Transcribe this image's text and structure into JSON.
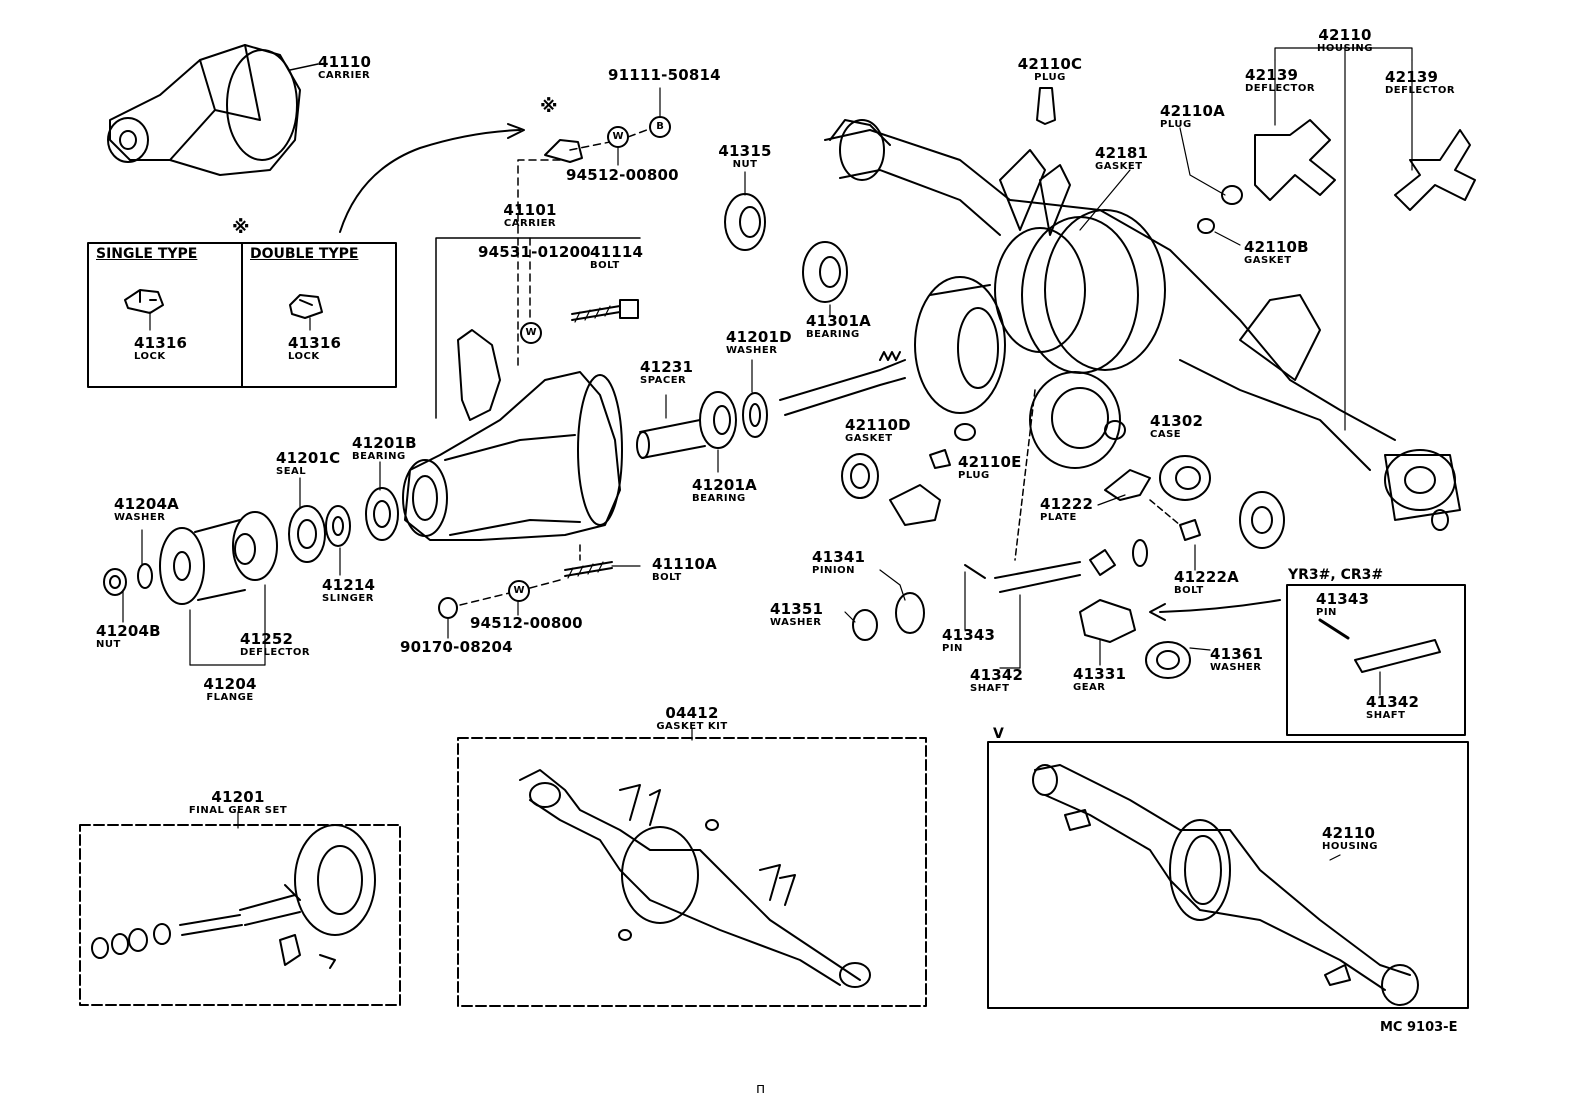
{
  "parts": {
    "p41110": {
      "no": "41110",
      "name": "CARRIER"
    },
    "p91111": {
      "no": "91111-50814"
    },
    "p94512a": {
      "no": "94512-00800"
    },
    "p41101": {
      "no": "41101",
      "name": "CARRIER"
    },
    "p94531": {
      "no": "94531-01200"
    },
    "p41114": {
      "no": "41114",
      "name": "BOLT"
    },
    "p41315": {
      "no": "41315",
      "name": "NUT"
    },
    "p41301A": {
      "no": "41301A",
      "name": "BEARING"
    },
    "p41201D": {
      "no": "41201D",
      "name": "WASHER"
    },
    "p41231": {
      "no": "41231",
      "name": "SPACER"
    },
    "p41201A": {
      "no": "41201A",
      "name": "BEARING"
    },
    "p41201B": {
      "no": "41201B",
      "name": "BEARING"
    },
    "p41201C": {
      "no": "41201C",
      "name": "SEAL"
    },
    "p41204A": {
      "no": "41204A",
      "name": "WASHER"
    },
    "p41214": {
      "no": "41214",
      "name": "SLINGER"
    },
    "p41204B": {
      "no": "41204B",
      "name": "NUT"
    },
    "p41252": {
      "no": "41252",
      "name": "DEFLECTOR"
    },
    "p41204": {
      "no": "41204",
      "name": "FLANGE"
    },
    "p41110A": {
      "no": "41110A",
      "name": "BOLT"
    },
    "p94512b": {
      "no": "94512-00800"
    },
    "p90170": {
      "no": "90170-08204"
    },
    "p42110C": {
      "no": "42110C",
      "name": "PLUG"
    },
    "p42181": {
      "no": "42181",
      "name": "GASKET"
    },
    "p42110": {
      "no": "42110",
      "name": "HOUSING"
    },
    "p42139a": {
      "no": "42139",
      "name": "DEFLECTOR"
    },
    "p42139b": {
      "no": "42139",
      "name": "DEFLECTOR"
    },
    "p42110A": {
      "no": "42110A",
      "name": "PLUG"
    },
    "p42110B": {
      "no": "42110B",
      "name": "GASKET"
    },
    "p42110D": {
      "no": "42110D",
      "name": "GASKET"
    },
    "p42110E": {
      "no": "42110E",
      "name": "PLUG"
    },
    "p41302": {
      "no": "41302",
      "name": "CASE"
    },
    "p41222": {
      "no": "41222",
      "name": "PLATE"
    },
    "p41222A": {
      "no": "41222A",
      "name": "BOLT"
    },
    "p41341": {
      "no": "41341",
      "name": "PINION"
    },
    "p41351": {
      "no": "41351",
      "name": "WASHER"
    },
    "p41343a": {
      "no": "41343",
      "name": "PIN"
    },
    "p41342a": {
      "no": "41342",
      "name": "SHAFT"
    },
    "p41331": {
      "no": "41331",
      "name": "GEAR"
    },
    "p41361": {
      "no": "41361",
      "name": "WASHER"
    },
    "p41343b": {
      "no": "41343",
      "name": "PIN"
    },
    "p41342b": {
      "no": "41342",
      "name": "SHAFT"
    },
    "p41316a": {
      "no": "41316",
      "name": "LOCK"
    },
    "p41316b": {
      "no": "41316",
      "name": "LOCK"
    },
    "p41201": {
      "no": "41201",
      "name": "FINAL GEAR SET"
    },
    "p04412": {
      "no": "04412",
      "name": "GASKET KIT"
    },
    "p42110v": {
      "no": "42110",
      "name": "HOUSING"
    }
  },
  "lock_box": {
    "single": "SINGLE TYPE",
    "double": "DOUBLE TYPE"
  },
  "variant_box": {
    "title": "YR3#, CR3#"
  },
  "markers": {
    "star": "※",
    "v": "V",
    "w": "W",
    "b": "B"
  },
  "figure_code": "MC 9103-E",
  "stray_mark": "п"
}
